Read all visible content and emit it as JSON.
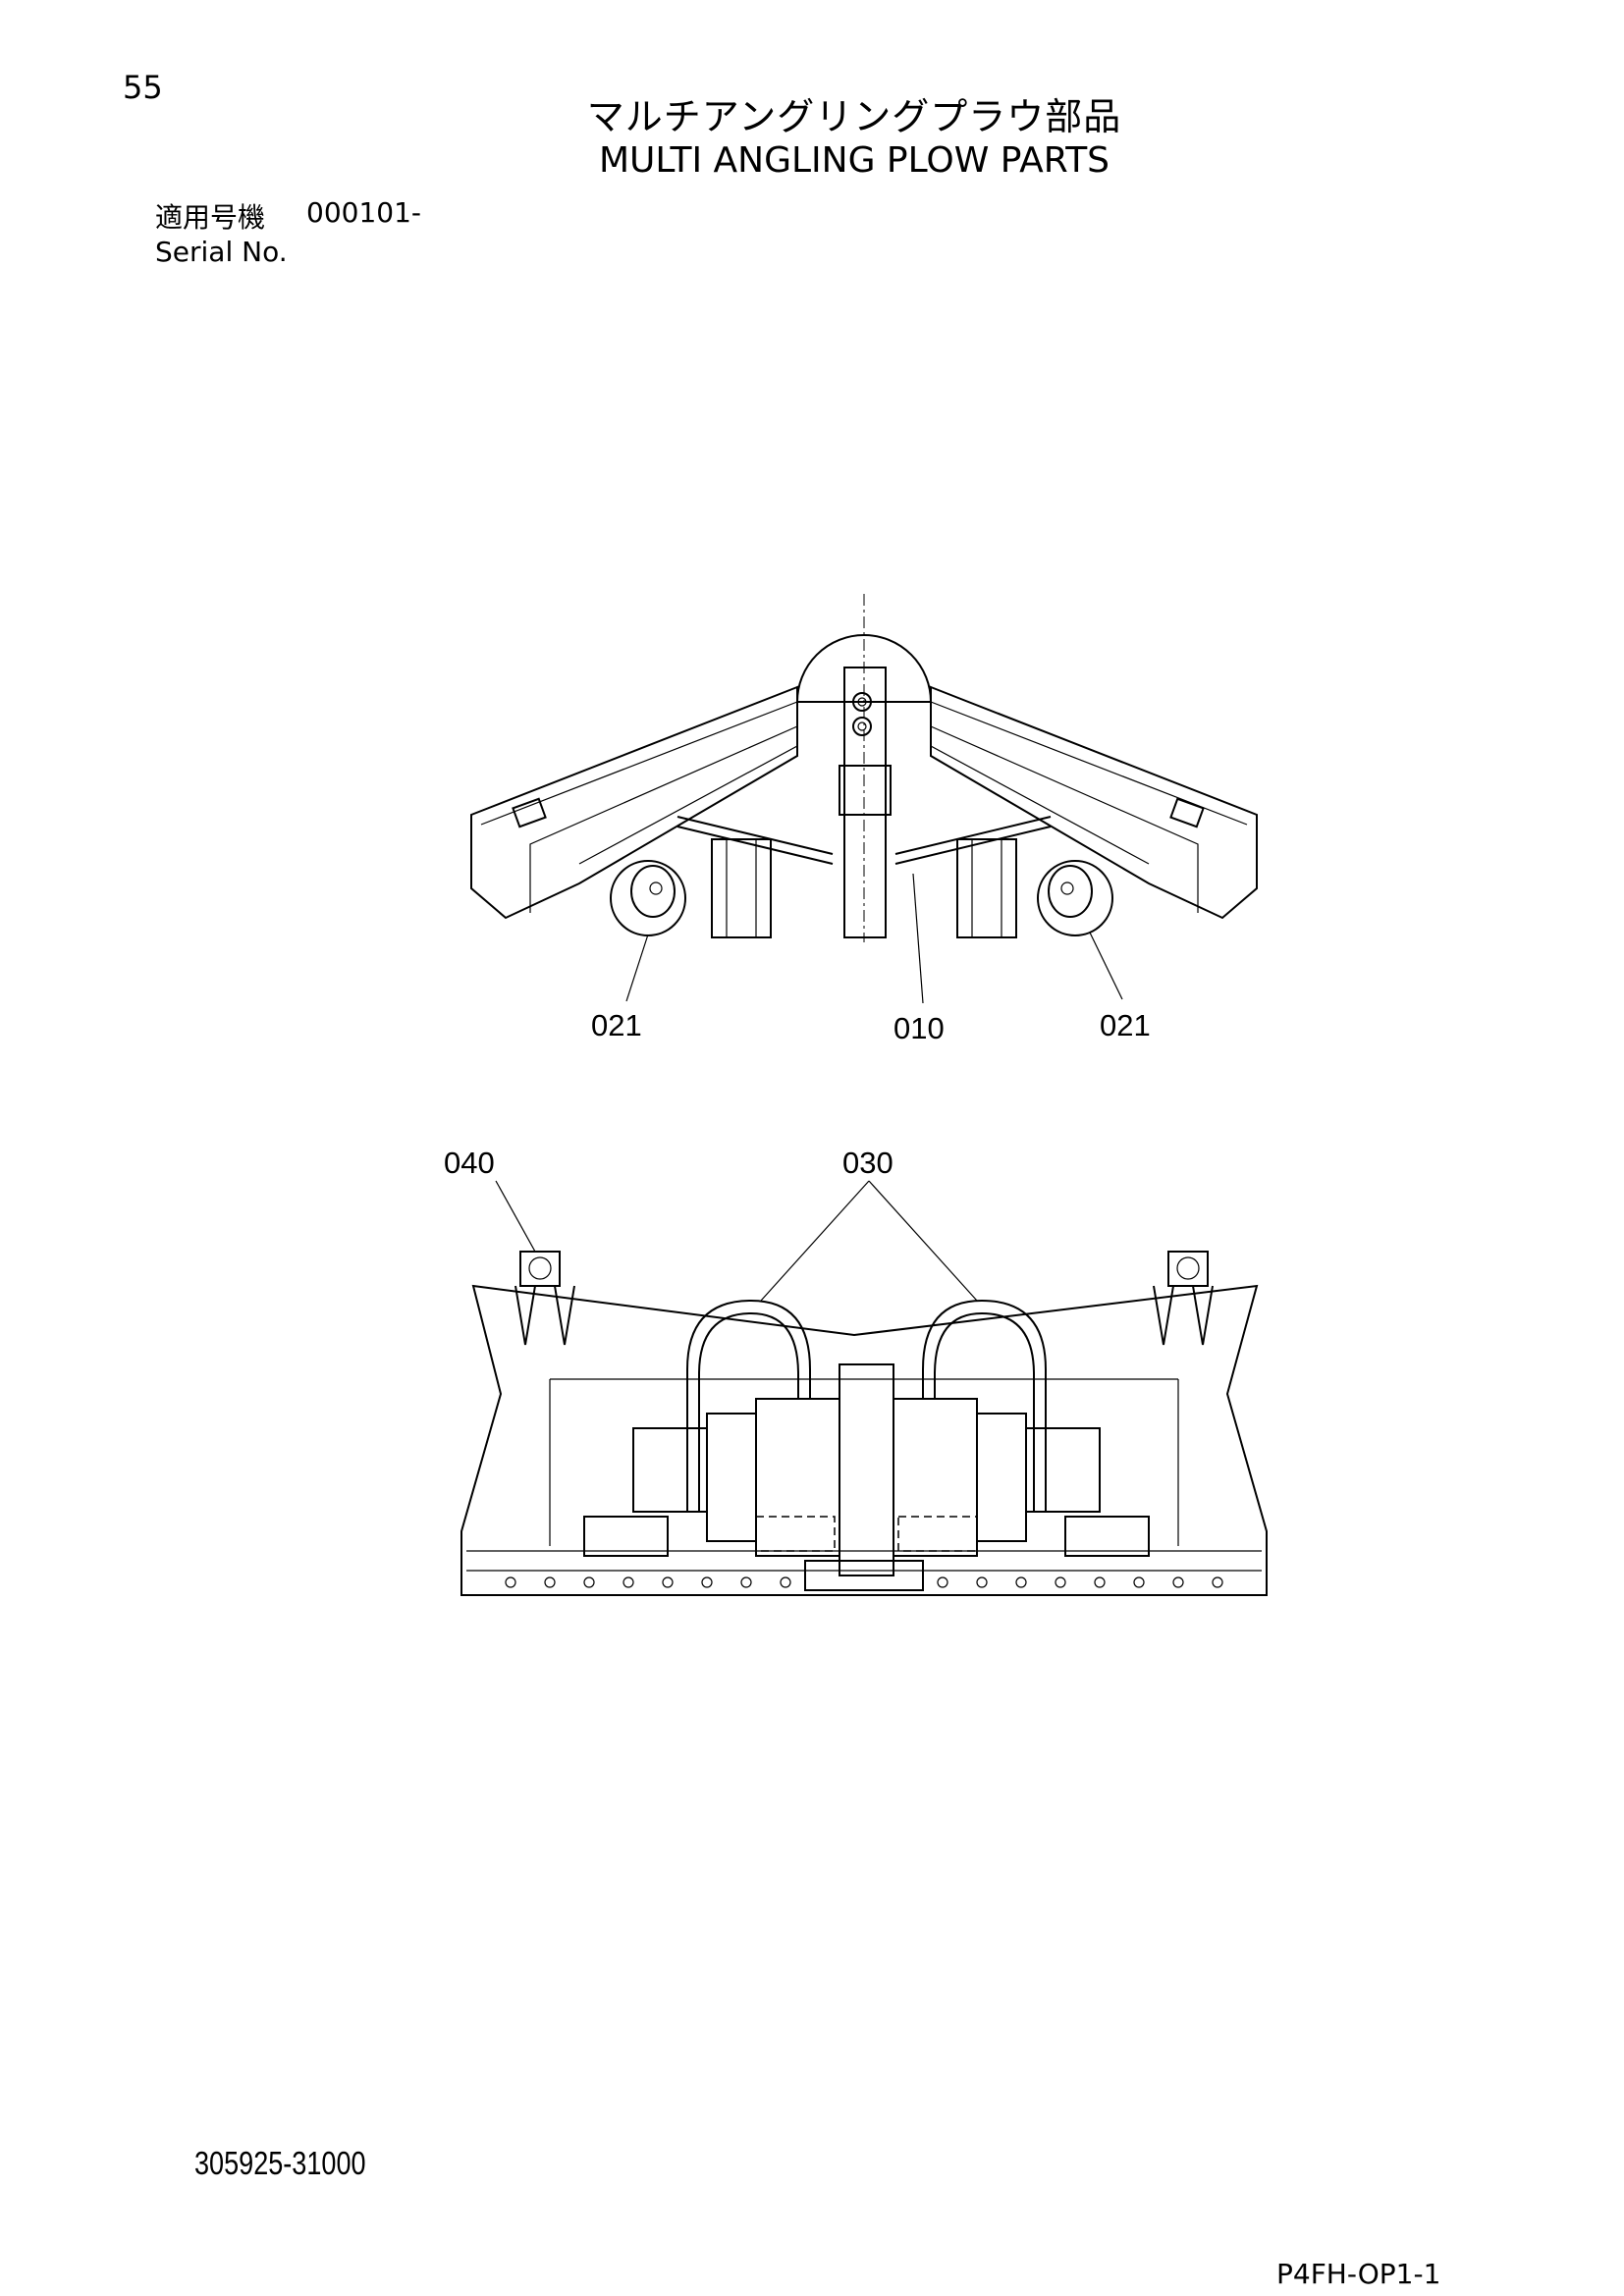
{
  "header": {
    "page_number": "55",
    "title_ja": "マルチアングリングプラウ部品",
    "title_en": "MULTI ANGLING PLOW PARTS",
    "serial_label_ja": "適用号機",
    "serial_value": "000101-",
    "serial_label_en": "Serial No."
  },
  "callouts": {
    "top_left": "021",
    "top_center": "010",
    "top_right": "021",
    "bottom_left": "040",
    "bottom_center": "030"
  },
  "footer": {
    "drawing_number": "305925-31000",
    "sheet_code": "P4FH-OP1-1"
  }
}
